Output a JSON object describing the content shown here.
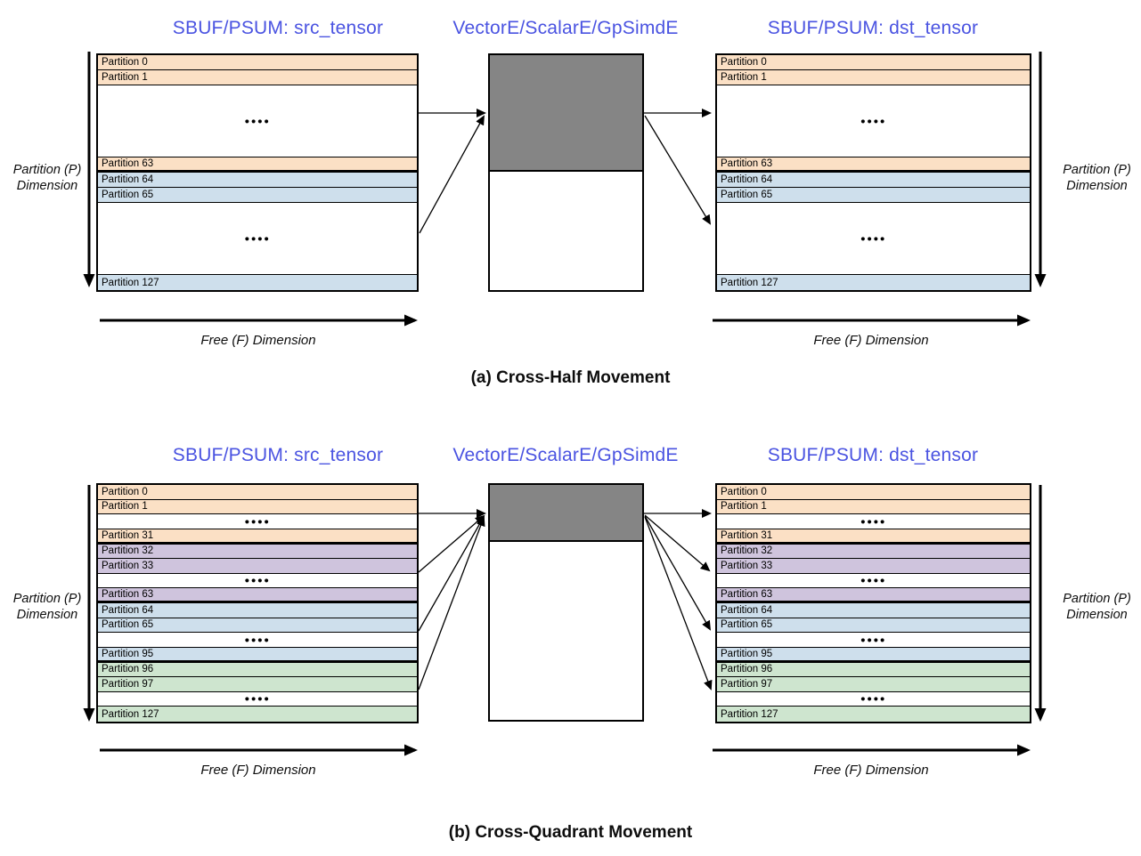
{
  "figure": {
    "dots": "●●●●",
    "colors": {
      "peach": "#fbe0c5",
      "blue": "#cedfec",
      "purple": "#cfc4dd",
      "green": "#cee5cf",
      "engine_gray": "#858585",
      "title_text": "#4a53e1"
    },
    "diagrams": [
      {
        "caption": "(a) Cross-Half Movement",
        "src_title": "SBUF/PSUM: src_tensor",
        "engine_title": "VectorE/ScalarE/GpSimdE",
        "dst_title": "SBUF/PSUM: dst_tensor",
        "partition_axis": {
          "line1": "Partition (P)",
          "line2": "Dimension"
        },
        "free_axis": "Free (F) Dimension",
        "rows": [
          {
            "label": "Partition 0",
            "color": "peach"
          },
          {
            "label": "Partition 1",
            "color": "peach"
          },
          {
            "dots": true
          },
          {
            "label": "Partition 63",
            "color": "peach",
            "group_end": true
          },
          {
            "label": "Partition 64",
            "color": "blue"
          },
          {
            "label": "Partition 65",
            "color": "blue"
          },
          {
            "dots": true
          },
          {
            "label": "Partition 127",
            "color": "blue"
          }
        ]
      },
      {
        "caption": "(b) Cross-Quadrant Movement",
        "src_title": "SBUF/PSUM: src_tensor",
        "engine_title": "VectorE/ScalarE/GpSimdE",
        "dst_title": "SBUF/PSUM: dst_tensor",
        "partition_axis": {
          "line1": "Partition (P)",
          "line2": "Dimension"
        },
        "free_axis": "Free (F) Dimension",
        "rows": [
          {
            "label": "Partition 0",
            "color": "peach"
          },
          {
            "label": "Partition 1",
            "color": "peach"
          },
          {
            "dots": true
          },
          {
            "label": "Partition 31",
            "color": "peach",
            "group_end": true
          },
          {
            "label": "Partition 32",
            "color": "purple"
          },
          {
            "label": "Partition 33",
            "color": "purple"
          },
          {
            "dots": true
          },
          {
            "label": "Partition 63",
            "color": "purple",
            "group_end": true
          },
          {
            "label": "Partition 64",
            "color": "blue"
          },
          {
            "label": "Partition 65",
            "color": "blue"
          },
          {
            "dots": true
          },
          {
            "label": "Partition 95",
            "color": "blue",
            "group_end": true
          },
          {
            "label": "Partition 96",
            "color": "green"
          },
          {
            "label": "Partition 97",
            "color": "green"
          },
          {
            "dots": true
          },
          {
            "label": "Partition 127",
            "color": "green"
          }
        ]
      }
    ]
  }
}
